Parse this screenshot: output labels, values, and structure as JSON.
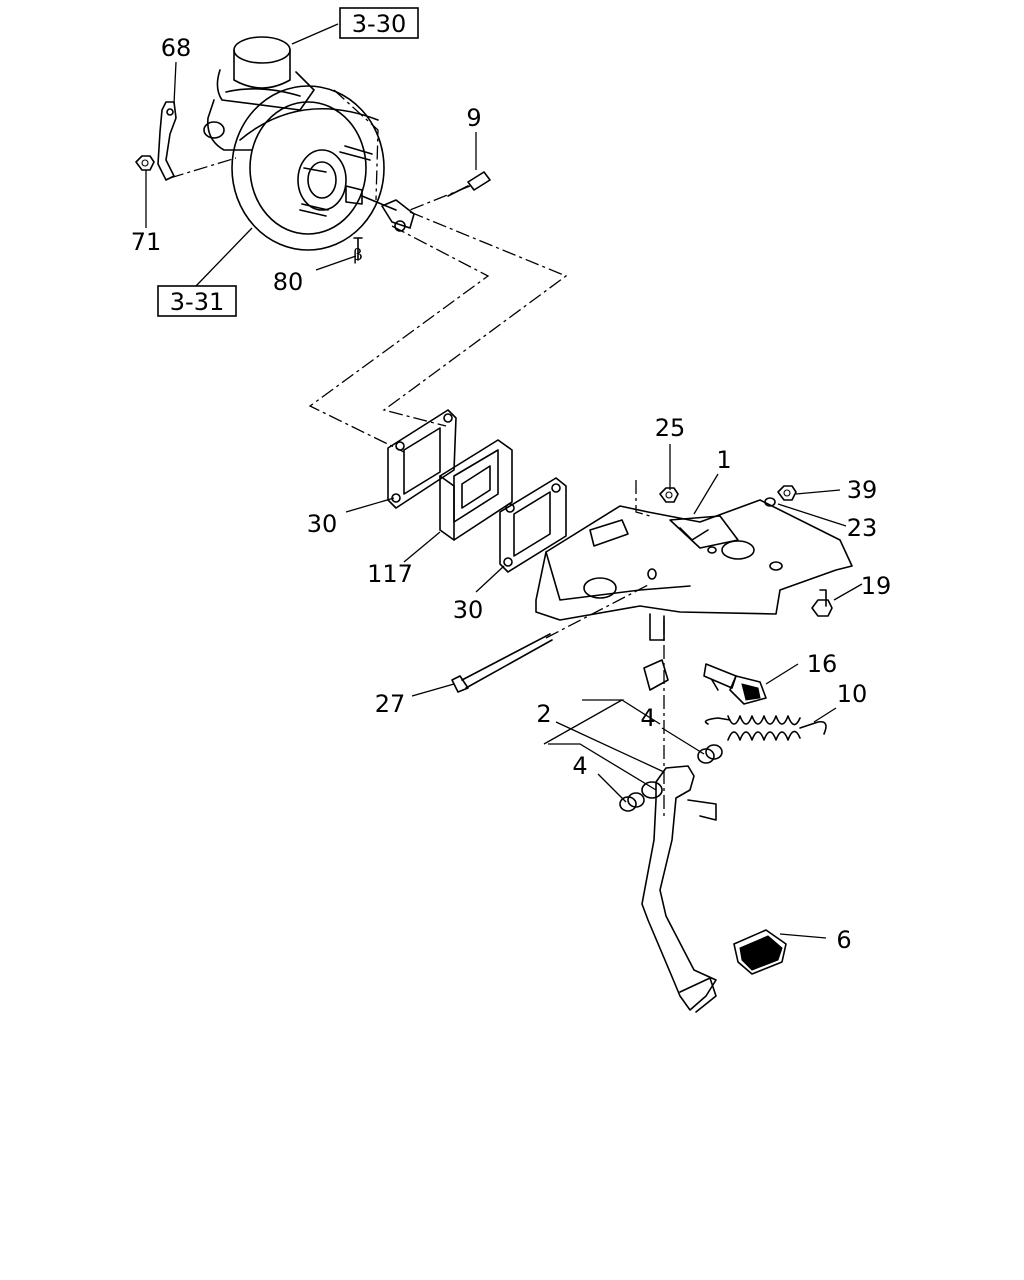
{
  "diagram": {
    "colors": {
      "line": "#000000",
      "background": "#ffffff"
    },
    "reference_boxes": [
      {
        "id": "ref-3-30",
        "text": "3-30"
      },
      {
        "id": "ref-3-31",
        "text": "3-31"
      }
    ],
    "callouts": {
      "c68": "68",
      "c71": "71",
      "c9": "9",
      "c80": "80",
      "c25": "25",
      "c1": "1",
      "c39": "39",
      "c23": "23",
      "c19": "19",
      "c30a": "30",
      "c117": "117",
      "c30b": "30",
      "c27": "27",
      "c16": "16",
      "c10": "10",
      "c2": "2",
      "c4a": "4",
      "c4b": "4",
      "c6": "6"
    }
  }
}
